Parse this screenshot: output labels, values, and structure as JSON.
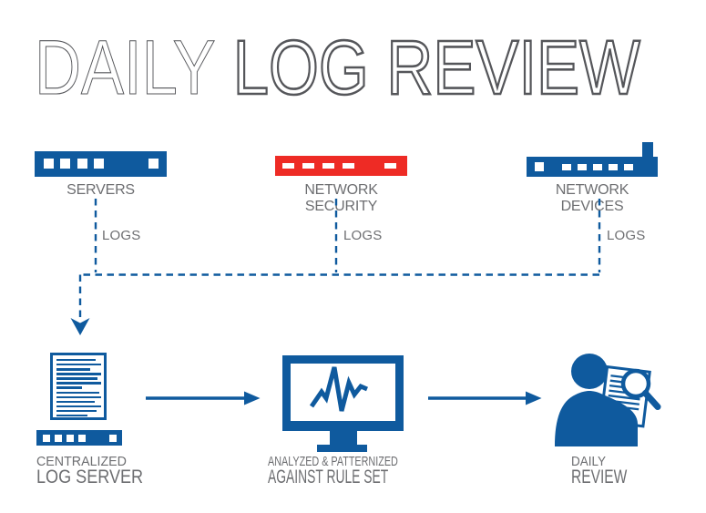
{
  "title": {
    "light": "DAILY",
    "bold": "LOG REVIEW"
  },
  "colors": {
    "primary_blue": "#0F5A9E",
    "alert_red": "#EE2B25",
    "title_gray": "#55565A",
    "label_gray": "#6D6E71"
  },
  "sources": [
    {
      "label": "SERVERS",
      "icon": "server-rack-icon",
      "color": "#0F5A9E"
    },
    {
      "label": "NETWORK SECURITY",
      "icon": "security-appliance-icon",
      "color": "#EE2B25"
    },
    {
      "label": "NETWORK DEVICES",
      "icon": "router-antenna-icon",
      "color": "#0F5A9E"
    }
  ],
  "flow_labels": [
    {
      "label": "LOGS"
    },
    {
      "label": "LOGS"
    },
    {
      "label": "LOGS"
    }
  ],
  "stages": [
    {
      "line1": "CENTRALIZED",
      "line2": "LOG SERVER",
      "icon": "log-document-server-icon"
    },
    {
      "line1": "ANALYZED & PATTERNIZED",
      "line2": "AGAINST RULE SET",
      "icon": "monitor-pulse-icon"
    },
    {
      "line1": "DAILY",
      "line2": "REVIEW",
      "icon": "analyst-magnifier-icon"
    }
  ]
}
